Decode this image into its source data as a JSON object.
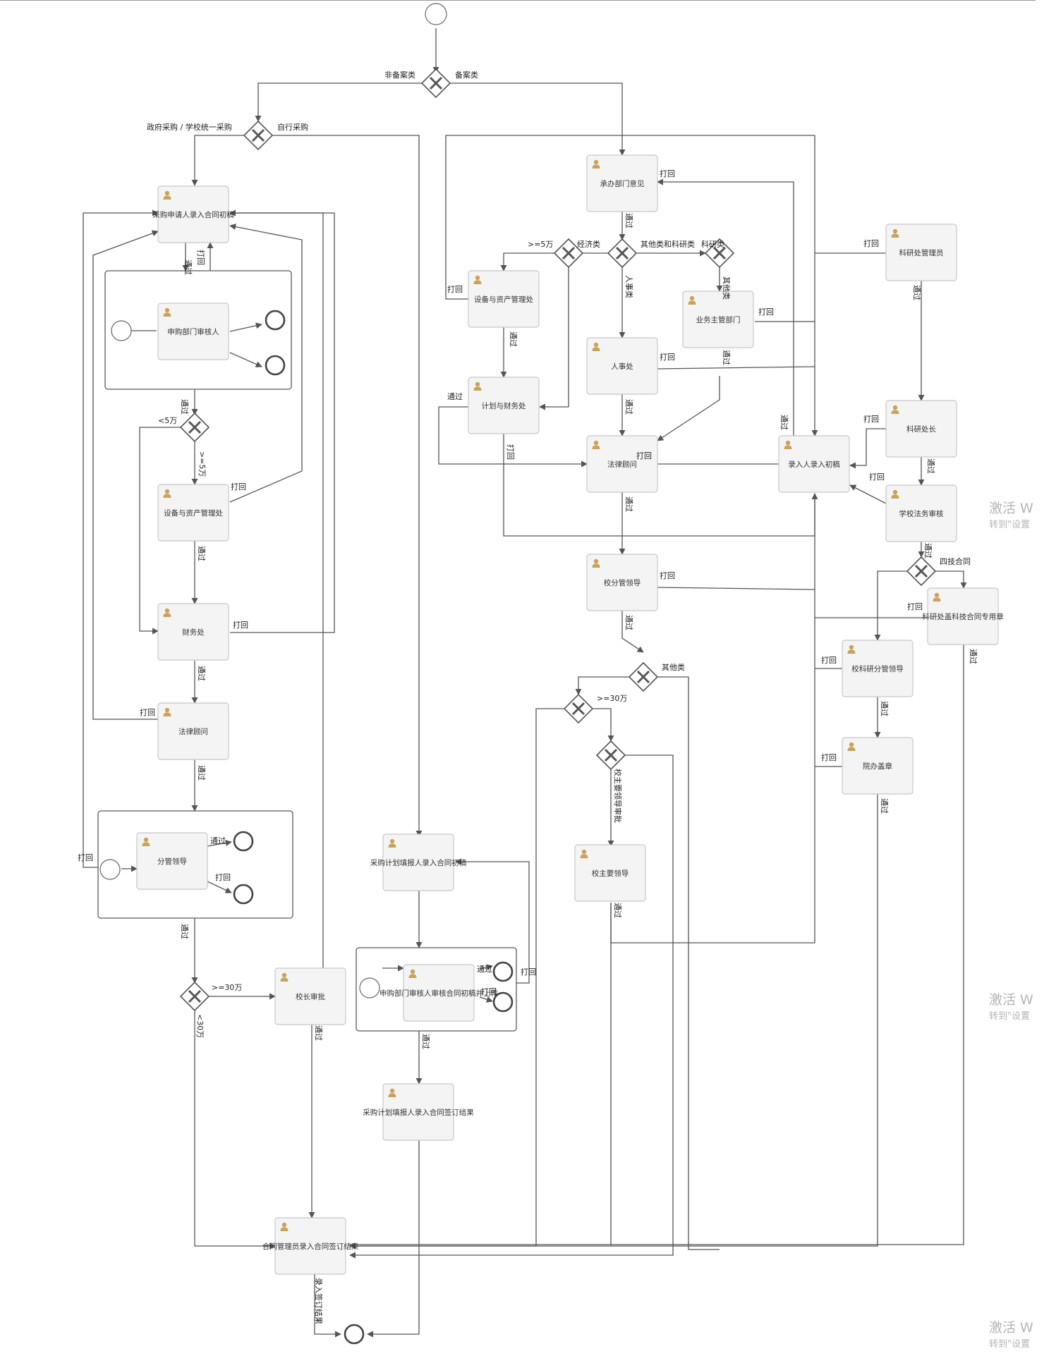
{
  "colors": {
    "task_fill": "#f4f4f4",
    "task_stroke": "#c8c8c8",
    "user_icon": "#c9a35a",
    "line": "#555555"
  },
  "tasks": {
    "t1": "采购申请人录入合同初稿",
    "t2": "申购部门审核人",
    "t3": "设备与资产管理处",
    "t4": "财务处",
    "t5": "法律顾问",
    "t6": "分管领导",
    "t7": "校长审批",
    "t8": "合同管理员录入合同签订结果",
    "t9": "采购计划填报人录入合同初稿",
    "t10": "申购部门审核人审核合同初稿并上传",
    "t11": "采购计划填报人录入合同签订结果",
    "t12": "承办部门意见",
    "t13": "设备与资产管理处",
    "t14": "计划与财务处",
    "t15": "人事处",
    "t16": "业务主管部门",
    "t17": "法律顾问",
    "t18": "校分管领导",
    "t19": "校主要领导",
    "t20": "科研处管理员",
    "t21": "科研处长",
    "t22": "录入人录入初稿",
    "t23": "学校法务审核",
    "t24": "科研处盖科技合同专用章",
    "t25": "校科研分管领导",
    "t26": "院办盖章"
  },
  "labels": {
    "l_feibeian": "非备案类",
    "l_beian": "备案类",
    "l_zhengfu": "政府采购 / 学校统一采购",
    "l_zixing": "自行采购",
    "l_tonguo": "通过",
    "l_dahui": "打回",
    "l_lt5": "<5万",
    "l_ge5": ">=5万",
    "l_ge30": ">=30万",
    "l_lt30": "<30万",
    "l_jingji": "经济类",
    "l_qita_keyan": "其他类和科研类",
    "l_keyan": "科研类",
    "l_qita": "其他类",
    "l_renshi": "人事类",
    "l_qitalei": "其他类",
    "l_jishu": "四技合同",
    "l_xiaozhuyao": "校主要领导审批",
    "l_luru": "录入签订结果"
  },
  "watermark": {
    "line1": "激活 W",
    "line2": "转到\"设置"
  }
}
